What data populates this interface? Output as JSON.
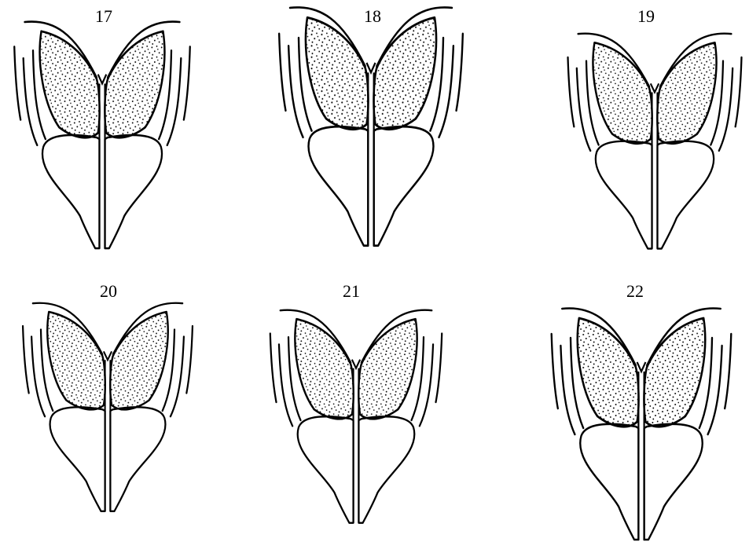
{
  "figures": [
    {
      "label": "17"
    },
    {
      "label": "18"
    },
    {
      "label": "19"
    },
    {
      "label": "20"
    },
    {
      "label": "21"
    },
    {
      "label": "22"
    }
  ],
  "colors": {
    "ink": "#000000",
    "background": "#ffffff"
  }
}
